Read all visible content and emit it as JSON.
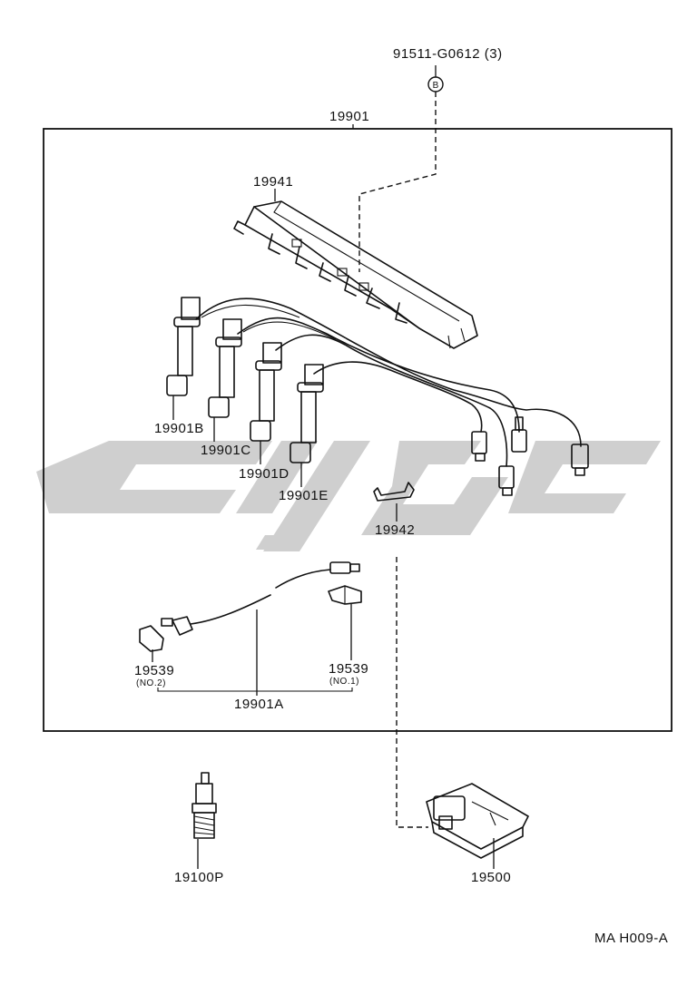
{
  "labels": {
    "bolt_part": "91511-G0612 (3)",
    "bolt_marker": "B",
    "kit": "19901",
    "clamp": "19941",
    "cord_b": "19901B",
    "cord_c": "19901C",
    "cord_d": "19901D",
    "cord_e": "19901E",
    "bracket": "19942",
    "sensor_left": "19539",
    "sensor_left_note": "(NO.2)",
    "sensor_right": "19539",
    "sensor_right_note": "(NO.1)",
    "cord_a": "19901A",
    "spark_plug": "19100P",
    "igniter": "19500",
    "page_code": "MA  H009-A"
  },
  "colors": {
    "line": "#111111",
    "watermark": "#cfcfcf",
    "background": "#ffffff"
  }
}
